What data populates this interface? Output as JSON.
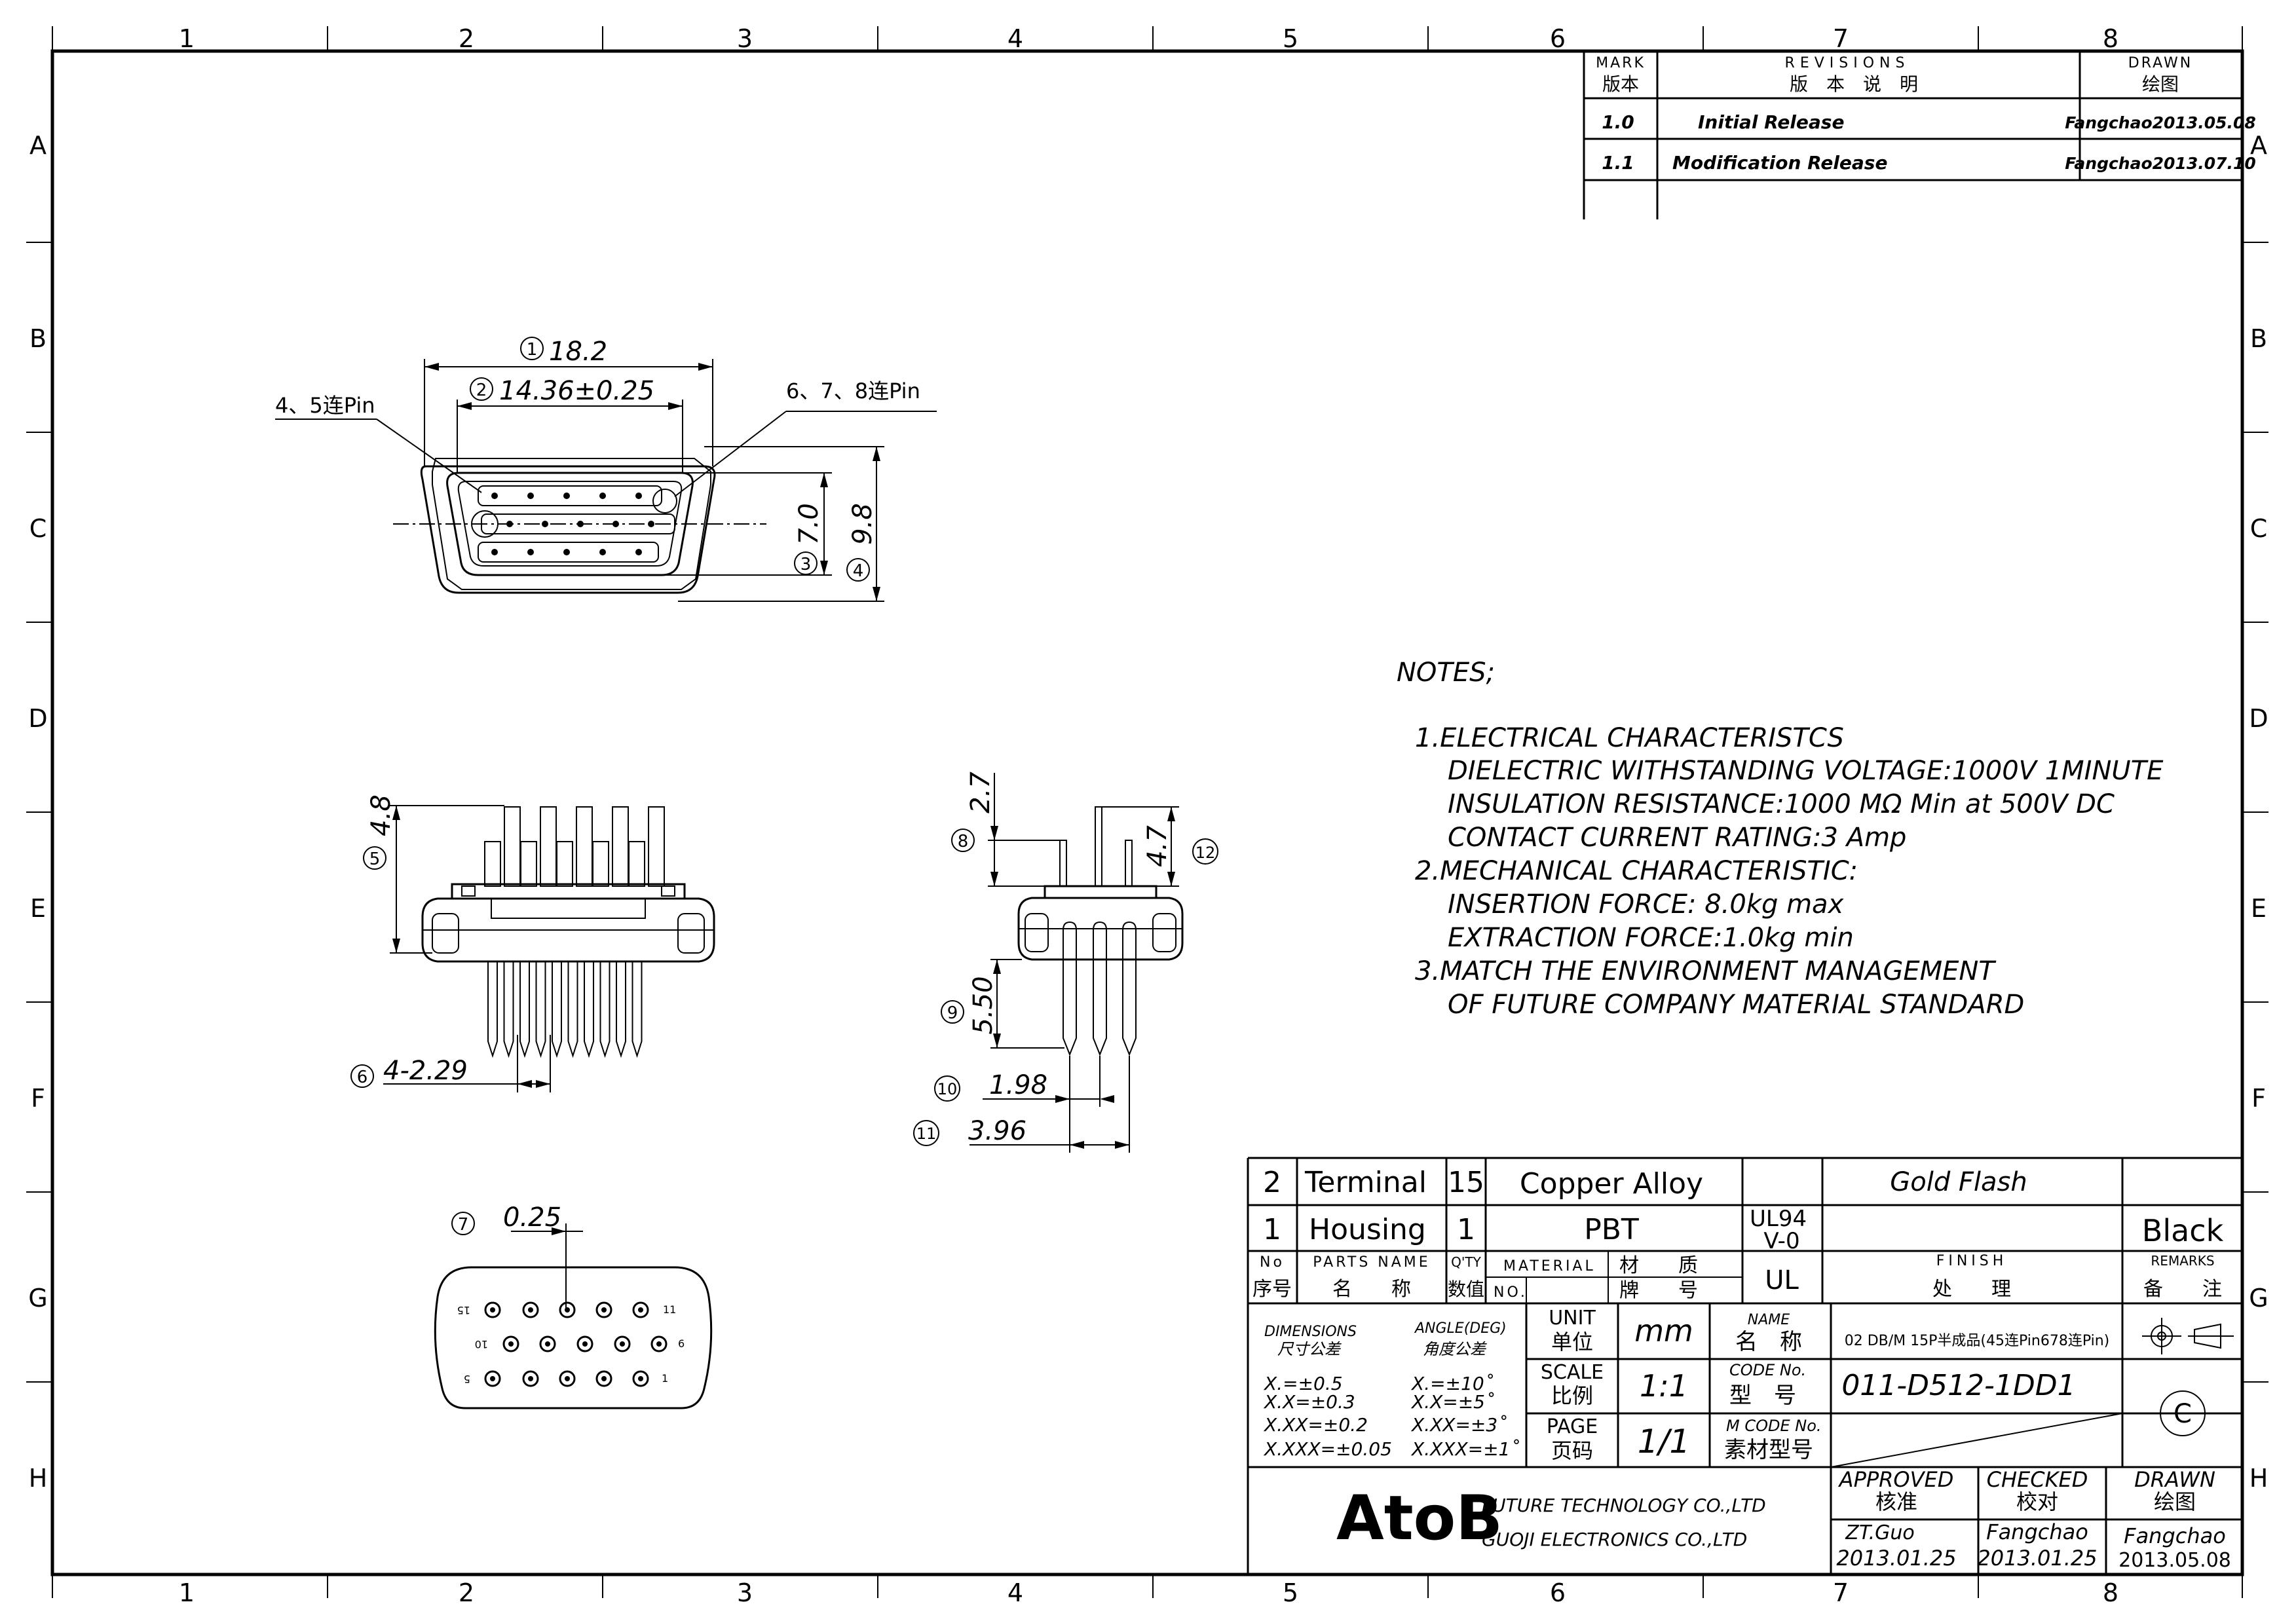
{
  "border": {
    "columns": [
      "1",
      "2",
      "3",
      "4",
      "5",
      "6",
      "7",
      "8"
    ],
    "rows": [
      "A",
      "B",
      "C",
      "D",
      "E",
      "F",
      "G",
      "H"
    ]
  },
  "revisions": {
    "header": {
      "mark": "MARK",
      "mark_cn": "版本",
      "revisions": "REVISIONS",
      "revisions_cn": "版　本　说　明",
      "drawn": "DRAWN",
      "drawn_cn": "绘图"
    },
    "rows": [
      {
        "mark": "1.0",
        "description": "Initial  Release",
        "drawn": "Fangchao2013.05.08"
      },
      {
        "mark": "1.1",
        "description": "Modification  Release",
        "drawn": "Fangchao2013.07.10"
      }
    ]
  },
  "front_view": {
    "dim1": "18.2",
    "dim1_no": "1",
    "dim2": "14.36±0.25",
    "dim2_no": "2",
    "dim3": "7.0",
    "dim3_no": "3",
    "dim4": "9.8",
    "dim4_no": "4",
    "callout_left": "4、5连Pin",
    "callout_right": "6、7、8连Pin"
  },
  "side_view": {
    "dim5": "4.8",
    "dim5_no": "5",
    "dim6": "4-2.29",
    "dim6_no": "6"
  },
  "end_view": {
    "dim8": "2.7",
    "dim8_no": "8",
    "dim12": "4.7",
    "dim12_no": "12",
    "dim9": "5.50",
    "dim9_no": "9",
    "dim10": "1.98",
    "dim10_no": "10",
    "dim11": "3.96",
    "dim11_no": "11"
  },
  "pin_view": {
    "dim7": "0.25",
    "dim7_no": "7",
    "pin_labels": {
      "top_left": "15",
      "top_right": "11",
      "mid_left": "10",
      "mid_right": "6",
      "bot_left": "5",
      "bot_right": "1"
    }
  },
  "notes": {
    "title": "NOTES;",
    "lines": [
      "1.ELECTRICAL  CHARACTERISTCS",
      "DIELECTRIC  WITHSTANDING  VOLTAGE:1000V  1MINUTE",
      "INSULATION  RESISTANCE:1000  MΩ   Min  at  500V  DC",
      "CONTACT  CURRENT  RATING:3  Amp",
      "2.MECHANICAL  CHARACTERISTIC:",
      "INSERTION  FORCE:  8.0kg  max",
      "EXTRACTION  FORCE:1.0kg  min",
      "3.MATCH  THE  ENVIRONMENT  MANAGEMENT",
      "OF  FUTURE  COMPANY  MATERIAL  STANDARD"
    ]
  },
  "bom": {
    "rows": [
      {
        "no": "2",
        "part": "Terminal",
        "qty": "15",
        "material": "Copper  Alloy",
        "grade": "",
        "finish": "Gold  Flash",
        "remarks": ""
      },
      {
        "no": "1",
        "part": "Housing",
        "qty": "1",
        "material": "PBT",
        "grade": "UL94\nV-0",
        "finish": "",
        "remarks": "Black"
      }
    ],
    "header": {
      "no": "No",
      "no_cn": "序号",
      "part": "PARTS  NAME",
      "part_cn": "名　　称",
      "qty": "Q'TY",
      "qty_cn": "数值",
      "material": "MATERIAL",
      "material_cn": "材　　质",
      "no2": "NO.",
      "grade_cn": "牌　　号",
      "ul": "UL",
      "finish": "FINISH",
      "finish_cn": "处　　理",
      "remarks": "REMARKS",
      "remarks_cn": "备　　注"
    }
  },
  "title_block": {
    "dimensions": "DIMENSIONS",
    "dimensions_cn": "尺寸公差",
    "angle": "ANGLE(DEG)",
    "angle_cn": "角度公差",
    "tolerances": [
      "X.=±0.5",
      "X.X=±0.3",
      "X.XX=±0.2",
      "X.XXX=±0.05"
    ],
    "angle_tolerances": [
      "X.=±10˚",
      "X.X=±5˚",
      "X.XX=±3˚",
      "X.XXX=±1˚"
    ],
    "unit_label": "UNIT",
    "unit_cn": "单位",
    "unit": "mm",
    "scale_label": "SCALE",
    "scale_cn": "比例",
    "scale": "1:1",
    "page_label": "PAGE",
    "page_cn": "页码",
    "page": "1/1",
    "name_label": "NAME",
    "name_cn": "名　称",
    "name": "02 DB/M 15P半成品(45连Pin678连Pin)",
    "code_label": "CODE  No.",
    "code_cn": "型　号",
    "code": "011-D512-1DD1",
    "mcode_label": "M CODE No.",
    "mcode_cn": "素材型号",
    "mcode": "",
    "company_logo": "AtoB",
    "company_line1": "FUTURE  TECHNOLOGY  CO.,LTD",
    "company_line2": "GUOJI  ELECTRONICS  CO.,LTD",
    "approved_label": "APPROVED",
    "approved_cn": "核准",
    "approved_by": "ZT.Guo",
    "approved_date": "2013.01.25",
    "checked_label": "CHECKED",
    "checked_cn": "校对",
    "checked_by": "Fangchao",
    "checked_date": "2013.01.25",
    "drawn_label": "DRAWN",
    "drawn_cn": "绘图",
    "drawn_by": "Fangchao",
    "drawn_date": "2013.05.08",
    "copyright_symbol": "C"
  }
}
